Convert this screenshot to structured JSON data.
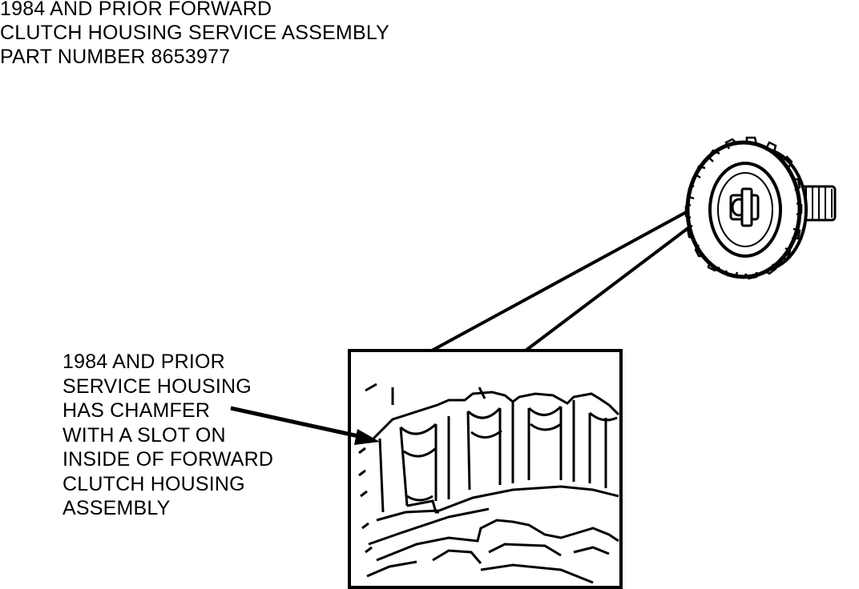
{
  "title": {
    "lines": [
      "1984 AND PRIOR FORWARD",
      "CLUTCH HOUSING SERVICE ASSEMBLY",
      "PART NUMBER 8653977"
    ]
  },
  "callout": {
    "lines": [
      "1984 AND PRIOR",
      "SERVICE HOUSING",
      "HAS CHAMFER",
      "WITH A SLOT ON",
      "INSIDE OF FORWARD",
      "CLUTCH HOUSING",
      "ASSEMBLY"
    ]
  },
  "colors": {
    "ink": "#000000",
    "paper": "#ffffff"
  }
}
